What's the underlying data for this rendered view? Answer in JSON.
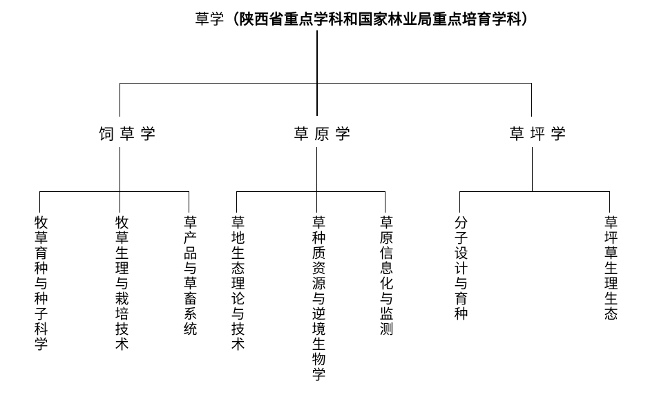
{
  "colors": {
    "background": "#ffffff",
    "text": "#000000",
    "line": "#000000"
  },
  "diagram": {
    "type": "org-tree",
    "root": {
      "name": "草学",
      "qualifier": "（陕西省重点学科和国家林业局重点培育学科）"
    },
    "branches": [
      {
        "label": "饲草学",
        "children": [
          "牧草育种与种子科学",
          "牧草生理与栽培技术",
          "草产品与草畜系统"
        ]
      },
      {
        "label": "草原学",
        "children": [
          "草地生态理论与技术",
          "草种质资源与逆境生物学",
          "草原信息化与监测"
        ]
      },
      {
        "label": "草坪学",
        "children": [
          "分子设计与育种",
          "草坪草生理生态"
        ]
      }
    ]
  }
}
